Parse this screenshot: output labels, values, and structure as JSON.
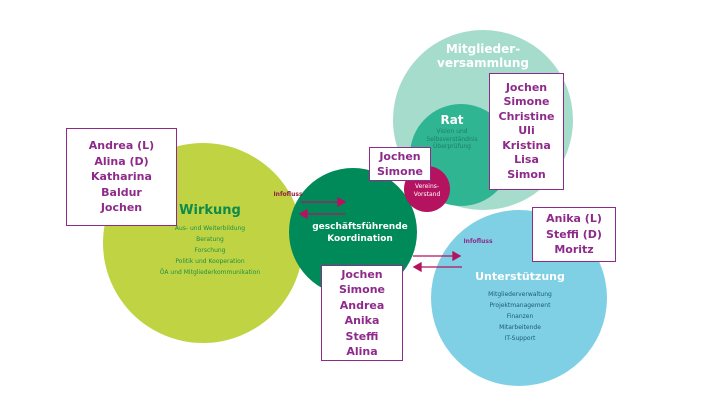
{
  "wirkung": {
    "title": "Wirkung",
    "items": [
      "Aus- und Weiterbildung",
      "Beratung",
      "Forschung",
      "Politik und Kooperation",
      "ÖA und Mitgliederkommunikation"
    ]
  },
  "koordination": {
    "title_line1": "geschäftsführende",
    "title_line2": "Koordination"
  },
  "mitglieder": {
    "line1": "Mitglieder-",
    "line2": "versammlung"
  },
  "rat": {
    "title": "Rat",
    "line1": "Vision und",
    "line2": "Selbsverständnis",
    "line3": "Überprüfung"
  },
  "vorstand": {
    "line1": "Vereins-",
    "line2": "Vorstand"
  },
  "unterstuetzung": {
    "title": "Unterstützung",
    "items": [
      "Mitgliederverwaltung",
      "Projektmanagement",
      "Finanzen",
      "Mitarbeitende",
      "IT-Support"
    ]
  },
  "infoflow": {
    "left": "Infofluss",
    "right": "Infofluss"
  },
  "boxes": {
    "wirkung": [
      "Andrea (L)",
      "Alina (D)",
      "Katharina",
      "Baldur",
      "Jochen"
    ],
    "vorstand": [
      "Jochen",
      "Simone"
    ],
    "rat": [
      "Jochen",
      "Simone",
      "Christine",
      "Uli",
      "Kristina",
      "Lisa",
      "Simon"
    ],
    "unterstuetzung": [
      "Anika (L)",
      "Steffi (D)",
      "Moritz"
    ],
    "koordination": [
      "Jochen",
      "Simone",
      "Andrea",
      "Anika",
      "Steffi",
      "Alina"
    ]
  },
  "colors": {
    "wirkung": "#c0d443",
    "koordination": "#008a5a",
    "mitglieder": "#a5dccb",
    "rat": "#2fb592",
    "vorstand": "#b5125f",
    "unterstuetzung": "#7fd0e5",
    "accent": "#8e2a8a"
  }
}
